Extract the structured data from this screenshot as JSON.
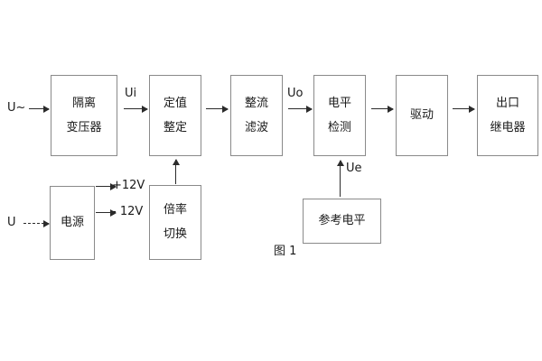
{
  "figure": {
    "caption": "图 1"
  },
  "inputs": {
    "ac_source": "U~",
    "dc_source": "U"
  },
  "blocks": {
    "isolation_transformer": {
      "line1": "隔离",
      "line2": "变压器"
    },
    "setting_value": {
      "line1": "定值",
      "line2": "整定"
    },
    "rectify_filter": {
      "line1": "整流",
      "line2": "滤波"
    },
    "level_detection": {
      "line1": "电平",
      "line2": "检测"
    },
    "drive": {
      "line1": "驱动"
    },
    "output_relay": {
      "line1": "出口",
      "line2": "继电器"
    },
    "power_supply": {
      "line1": "电源"
    },
    "multiplier_switch": {
      "line1": "倍率",
      "line2": "切换"
    },
    "reference_level": {
      "line1": "参考电平"
    }
  },
  "signals": {
    "ui": "Ui",
    "uo": "Uo",
    "ue": "Ue",
    "rail_positive": "+12V",
    "rail_negative": "- 12V"
  },
  "colors": {
    "background": "#ffffff",
    "block_border": "#8a8a8a",
    "arrow": "#2b2b2b",
    "text": "#1a1a1a"
  }
}
